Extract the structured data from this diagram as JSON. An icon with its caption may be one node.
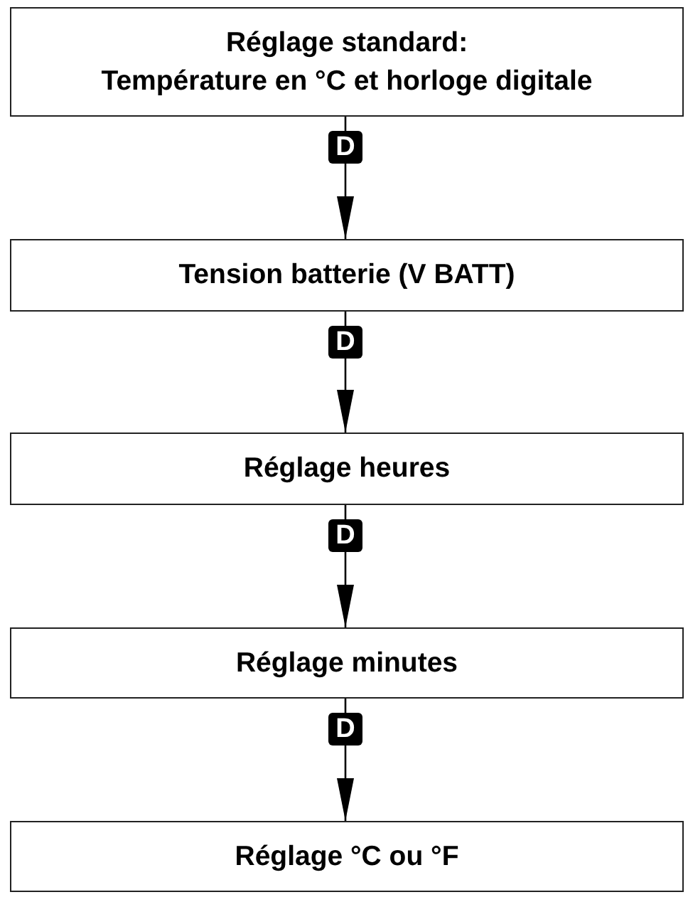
{
  "diagram": {
    "nodes": [
      {
        "text": [
          "Réglage standard:",
          "Température en °C et horloge digitale"
        ]
      },
      {
        "text": [
          "Tension batterie (V BATT)"
        ]
      },
      {
        "text": [
          "Réglage heures"
        ]
      },
      {
        "text": [
          "Réglage minutes"
        ]
      },
      {
        "text": [
          "Réglage °C ou °F"
        ]
      }
    ],
    "edges": [
      {
        "from": 0,
        "to": 1,
        "arrow": "to",
        "label": "D"
      },
      {
        "from": 1,
        "to": 2,
        "arrow": "to",
        "label": "D"
      },
      {
        "from": 2,
        "to": 3,
        "arrow": "to",
        "label": "D"
      },
      {
        "from": 3,
        "to": 4,
        "arrow": "to",
        "label": "D"
      }
    ]
  }
}
